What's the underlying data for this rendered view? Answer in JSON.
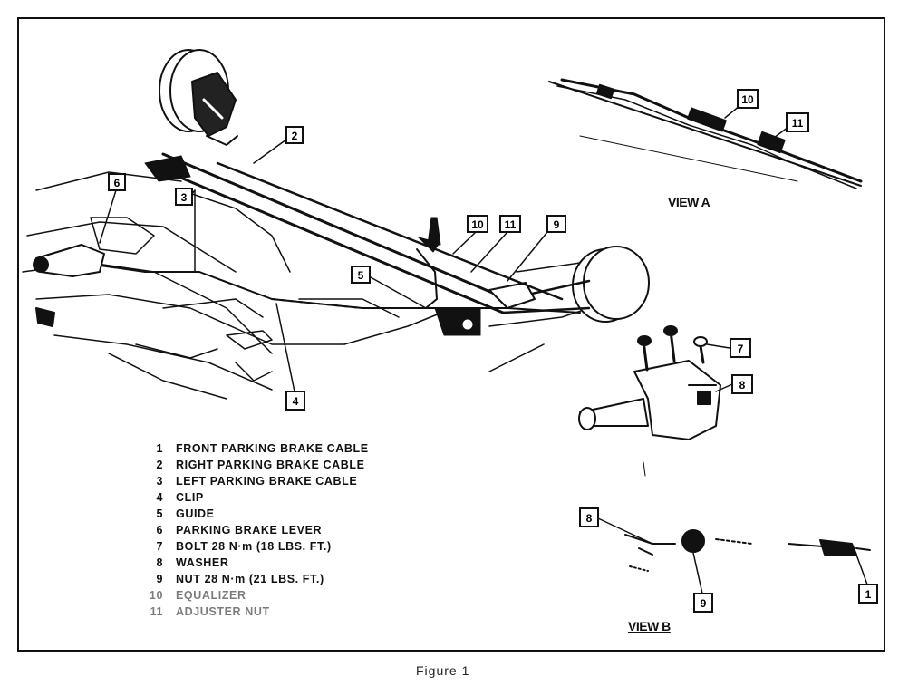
{
  "figure": {
    "caption": "Figure 1",
    "view_a_label": "VIEW A",
    "view_b_label": "VIEW B"
  },
  "legend": [
    {
      "num": "1",
      "text": "FRONT PARKING BRAKE CABLE"
    },
    {
      "num": "2",
      "text": "RIGHT PARKING BRAKE CABLE"
    },
    {
      "num": "3",
      "text": "LEFT PARKING BRAKE CABLE"
    },
    {
      "num": "4",
      "text": "CLIP"
    },
    {
      "num": "5",
      "text": "GUIDE"
    },
    {
      "num": "6",
      "text": "PARKING BRAKE LEVER"
    },
    {
      "num": "7",
      "text": "BOLT    28 N·m (18 LBS. FT.)"
    },
    {
      "num": "8",
      "text": "WASHER"
    },
    {
      "num": "9",
      "text": "NUT    28 N·m (21 LBS. FT.)"
    },
    {
      "num": "10",
      "text": "EQUALIZER"
    },
    {
      "num": "11",
      "text": "ADJUSTER NUT"
    }
  ],
  "callouts": {
    "c2": "2",
    "c6": "6",
    "c3": "3",
    "c10": "10",
    "c11": "11",
    "c9": "9",
    "c5": "5",
    "c4": "4",
    "c7": "7",
    "c8": "8",
    "va10": "10",
    "va11": "11",
    "vb8": "8",
    "vb9": "9",
    "vb1": "1"
  }
}
